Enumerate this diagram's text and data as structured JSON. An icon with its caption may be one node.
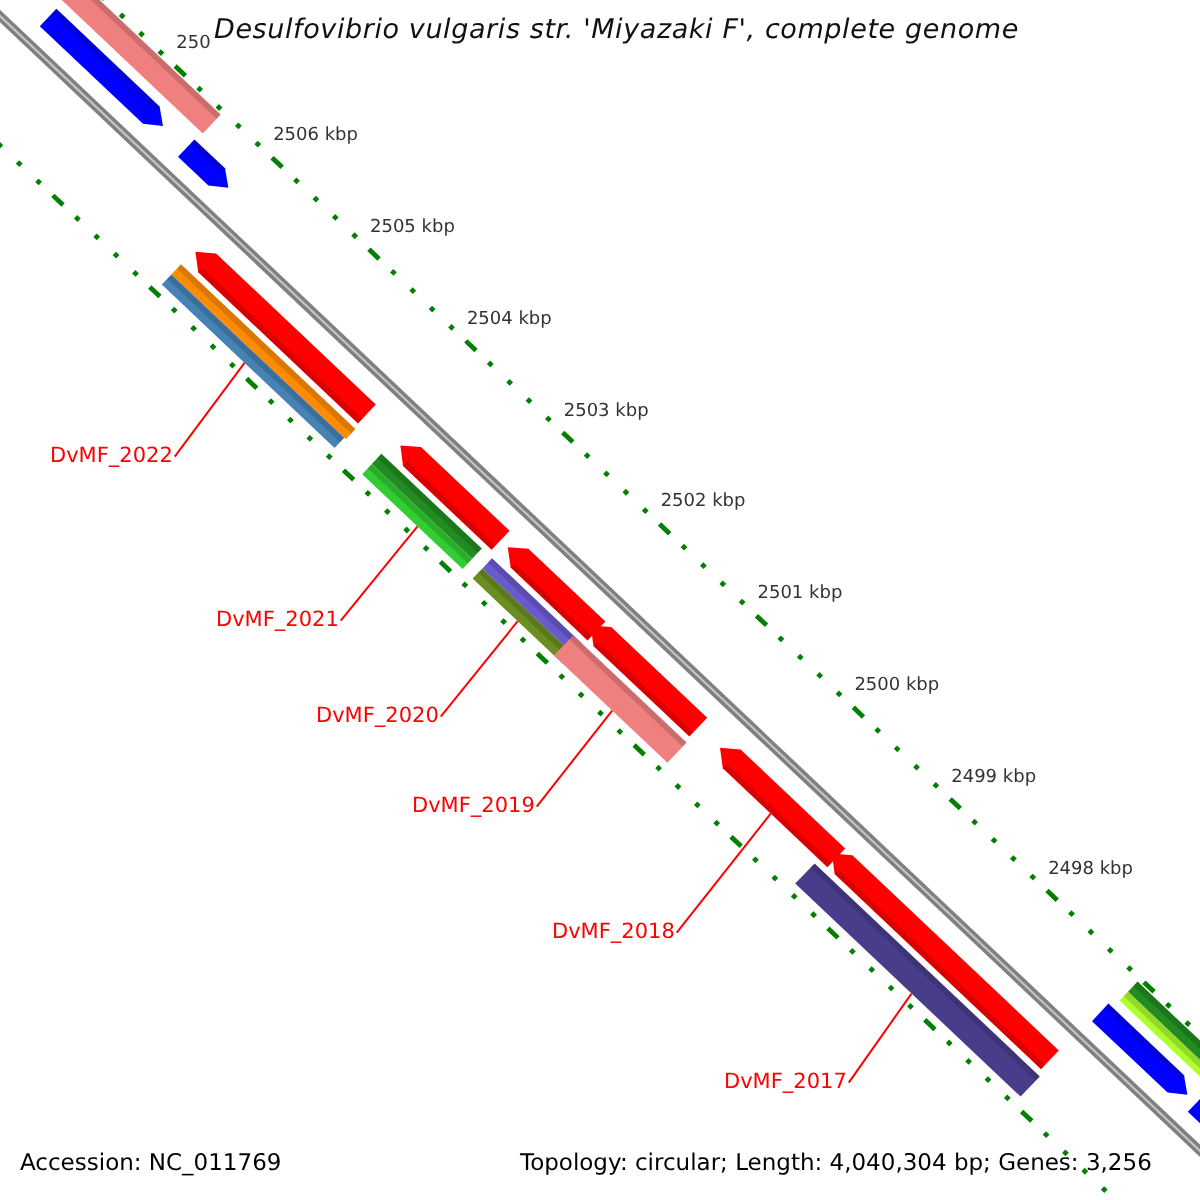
{
  "diagram": {
    "title": "Desulfovibrio vulgaris str. 'Miyazaki F', complete genome",
    "nodes": [
      {
        "text": [
          "DvMF_2022"
        ]
      },
      {
        "text": [
          "DvMF_2021"
        ]
      },
      {
        "text": [
          "DvMF_2020"
        ]
      },
      {
        "text": [
          "DvMF_2019"
        ]
      },
      {
        "text": [
          "DvMF_2018"
        ]
      },
      {
        "text": [
          "DvMF_2017"
        ]
      },
      {
        "text": [],
        "shape": "bar"
      },
      {
        "text": [],
        "shape": "bar"
      },
      {
        "text": [],
        "shape": "bar"
      },
      {
        "text": [],
        "shape": "bar"
      },
      {
        "text": [],
        "shape": "arrow"
      },
      {
        "text": [],
        "shape": "bar"
      }
    ],
    "edges": [
      {
        "from": 0,
        "to": 6,
        "arrow": "none"
      },
      {
        "from": 1,
        "to": 7,
        "arrow": "none"
      },
      {
        "from": 2,
        "to": 8,
        "arrow": "none"
      },
      {
        "from": 3,
        "to": 9,
        "arrow": "none"
      },
      {
        "from": 4,
        "to": 10,
        "arrow": "none"
      },
      {
        "from": 5,
        "to": 11,
        "arrow": "none"
      }
    ],
    "labels": [
      "250",
      "2506 kbp",
      "2505 kbp",
      "2504 kbp",
      "2503 kbp",
      "2502 kbp",
      "2501 kbp",
      "2500 kbp",
      "2499 kbp",
      "2498 kbp",
      "Accession: NC_011769",
      "Topology: circular; Length: 4,040,304 bp; Genes: 3,256"
    ]
  }
}
